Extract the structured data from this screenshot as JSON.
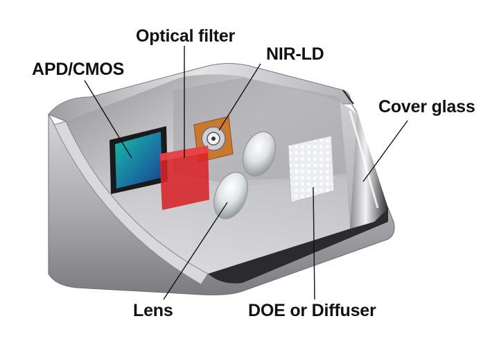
{
  "labels": {
    "apd_cmos": "APD/CMOS",
    "optical_filter": "Optical filter",
    "nir_ld": "NIR-LD",
    "cover_glass": "Cover glass",
    "lens": "Lens",
    "doe_diffuser": "DOE or Diffuser"
  },
  "colors": {
    "housing": "#b9b9bd",
    "housing_dark": "#5a5a5e",
    "sensor": "#1f8a9a",
    "filter": "#d8232a",
    "laser_mount": "#c9782e",
    "leader_line": "#111111"
  }
}
